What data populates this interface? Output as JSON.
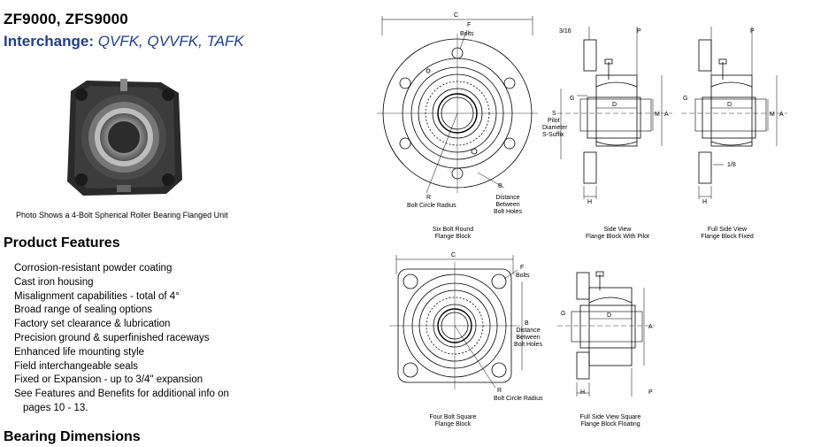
{
  "header": {
    "title": "ZF9000, ZFS9000",
    "interchange_label": "Interchange:",
    "interchange_value": "QVFK, QVVFK, TAFK"
  },
  "photo": {
    "caption": "Photo Shows a 4-Bolt Spherical Roller Bearing Flanged Unit"
  },
  "features": {
    "heading": "Product Features",
    "items": [
      "Corrosion-resistant powder coating",
      "Cast iron housing",
      "Misalignment capabilities - total of 4°",
      "Broad range of sealing options",
      "Factory set clearance & lubrication",
      "Precision ground & superfinished raceways",
      "Enhanced life mounting style",
      "Field interchangeable seals",
      "Fixed or Expansion - up to 3/4\" expansion"
    ],
    "last_item_line1": "See Features and Benefits for additional info on",
    "last_item_line2": "pages 10 - 13."
  },
  "dimensions": {
    "heading": "Bearing Dimensions"
  },
  "diagrams": {
    "six_bolt": {
      "label_c": "C",
      "label_f": "F",
      "label_bolts": "Bolts",
      "label_r": "R",
      "label_r_text": "Bolt Circle Radius",
      "label_b": "B",
      "label_b_text1": "Distance",
      "label_b_text2": "Between",
      "label_b_text3": "Bolt Holes",
      "caption1": "Six Bolt Round",
      "caption2": "Flange Block"
    },
    "side_pilot": {
      "label_316": "3/16",
      "label_p": "P",
      "label_g": "G",
      "label_d": "D",
      "label_m": "M",
      "label_a": "A",
      "label_s": "S",
      "label_s_text1": "Pilot",
      "label_s_text2": "Diameter",
      "label_s_text3": "S-Suffix",
      "label_h": "H",
      "caption1": "Side View",
      "caption2": "Flange Block With Pilot"
    },
    "full_side_fixed": {
      "label_p": "P",
      "label_g": "G",
      "label_d": "D",
      "label_m": "M",
      "label_a": "A",
      "label_18": "1/8",
      "label_h": "H",
      "caption1": "Full Side View",
      "caption2": "Flange Block Fixed"
    },
    "four_bolt": {
      "label_c": "C",
      "label_f": "F",
      "label_bolts": "Bolts",
      "label_b": "B",
      "label_b_text1": "Distance",
      "label_b_text2": "Between",
      "label_b_text3": "Bolt Holes",
      "label_r": "R",
      "label_r_text": "Bolt Circle Radius",
      "caption1": "Four Bolt Square",
      "caption2": "Flange Block"
    },
    "full_side_floating": {
      "label_g": "G",
      "label_d": "D",
      "label_a": "A",
      "label_h": "H",
      "label_p": "P",
      "caption1": "Full Side View Square",
      "caption2": "Flange Block Floating"
    }
  },
  "colors": {
    "heading_blue": "#1f3f8c",
    "text": "#000000"
  }
}
